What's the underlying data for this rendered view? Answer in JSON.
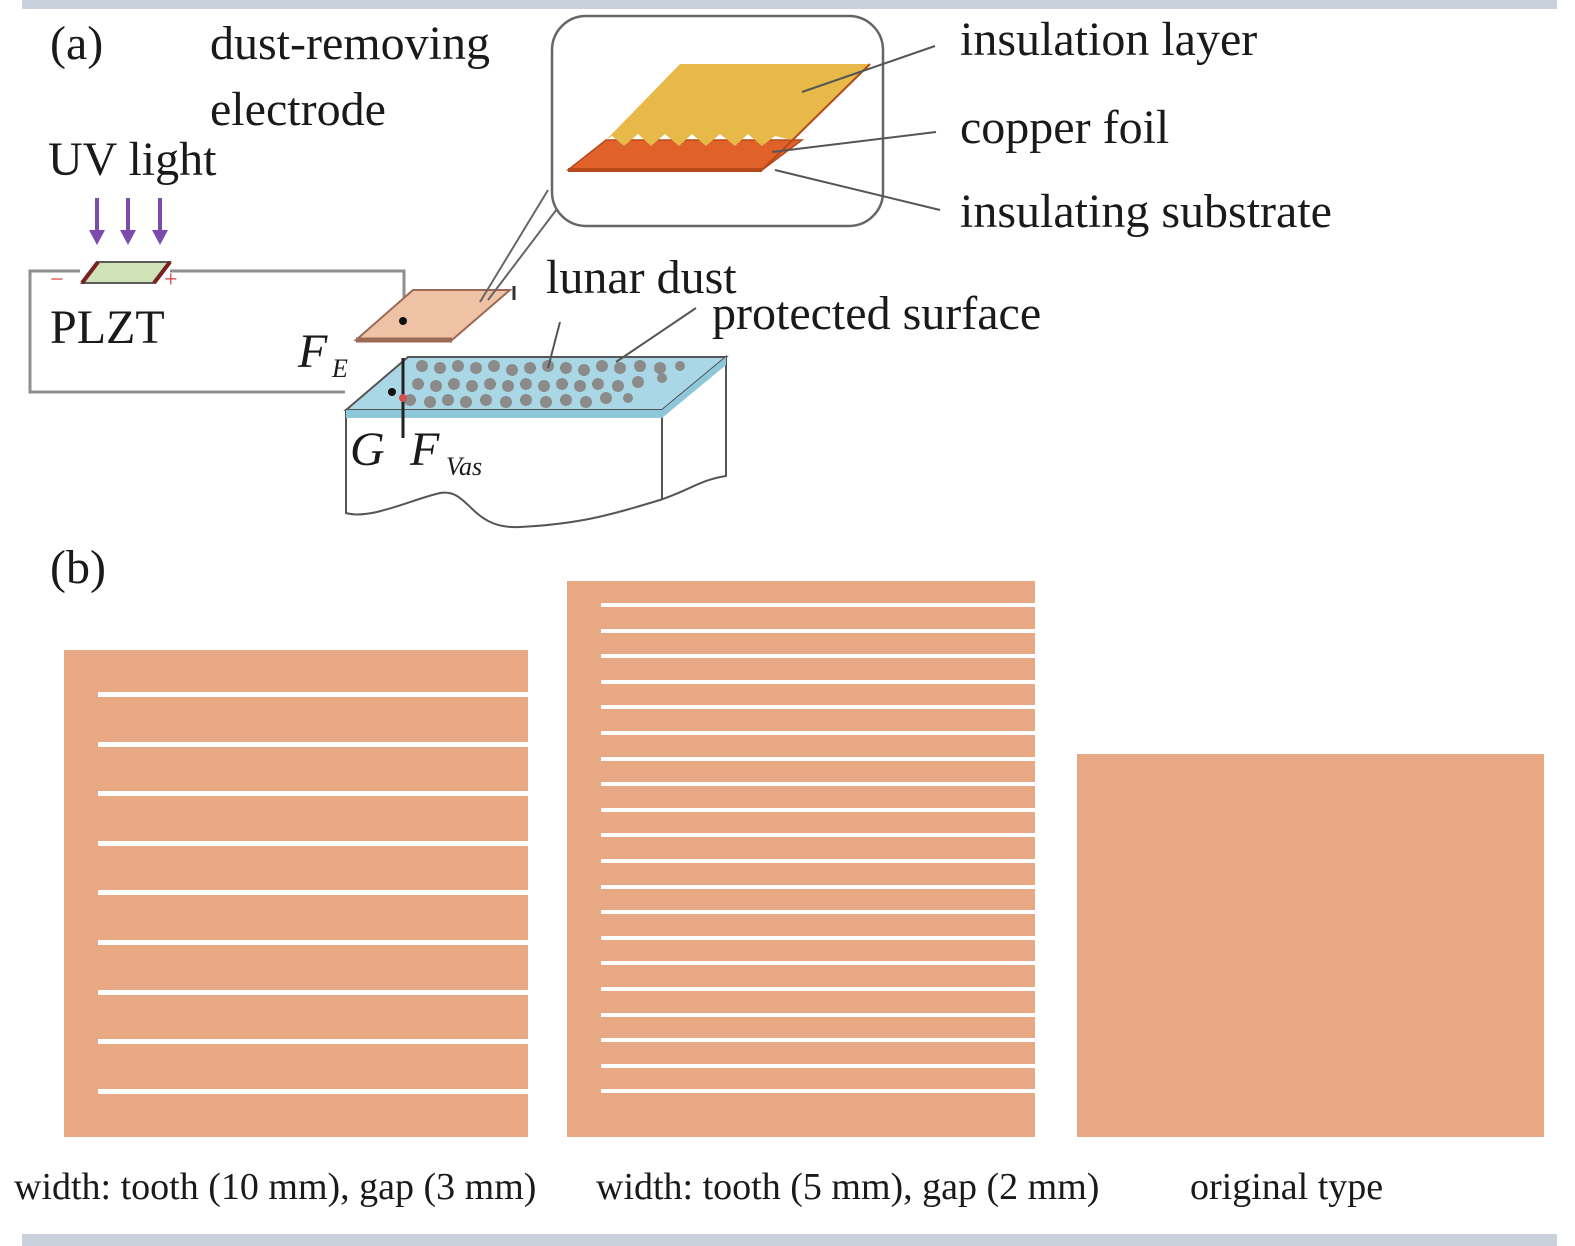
{
  "panel_a": {
    "label": "(a)",
    "dust_removing_line1": "dust-removing",
    "dust_removing_line2": "electrode",
    "uv_light": "UV light",
    "plzt": "PLZT",
    "fe_main": "F",
    "fe_sub": "E",
    "g": "G",
    "fvas_main": "F",
    "fvas_sub": "Vas",
    "lunar_dust": "lunar dust",
    "protected_surface": "protected surface",
    "insulation_layer": "insulation layer",
    "copper_foil": "copper foil",
    "insulating_substrate": "insulating substrate",
    "minus": "−",
    "plus": "+"
  },
  "panel_b": {
    "label": "(b)",
    "captions": [
      "width: tooth (10 mm), gap (3 mm)",
      "width: tooth (5 mm), gap (2 mm)",
      "original type"
    ]
  },
  "colors": {
    "electrode": "#e9a884",
    "insulation": "#e6b948",
    "copper": "#e0622a",
    "uv_arrow": "#7b4bb0",
    "surface": "#a9d7e6",
    "frame": "#c8d1dc"
  }
}
